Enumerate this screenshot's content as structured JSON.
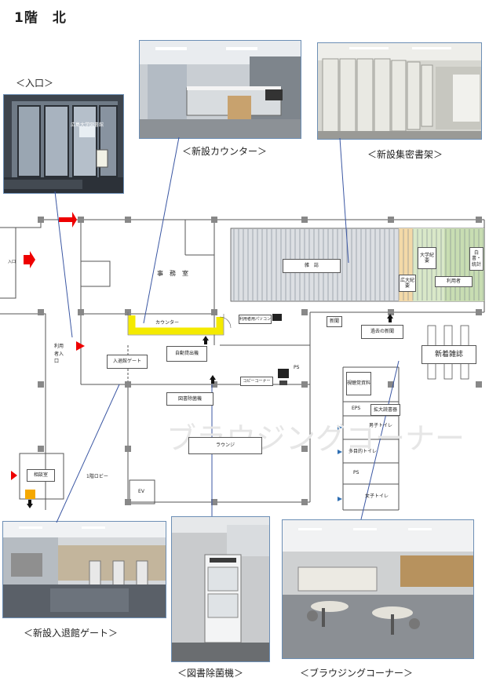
{
  "page": {
    "title": "1階　北"
  },
  "captions": {
    "entrance": "＜入口＞",
    "counter": "＜新設カウンター＞",
    "stacks": "＜新設集密書架＞",
    "gate": "＜新設入退館ゲート＞",
    "sterilizer": "＜図書除菌機＞",
    "browsing": "＜ブラウジングコーナー＞"
  },
  "photo_text": {
    "entrance_sign": "広島大学図書館"
  },
  "floor_map": {
    "rooms": {
      "office": "事　務　室",
      "counter": "カウンター",
      "gate": "入退館ゲート",
      "self_checkout": "自動貸出機",
      "sterilizer": "図書除菌機",
      "magazines": "雑　誌",
      "new_magazines": "新着雑誌",
      "newspapers": "過去の新聞",
      "newspaper": "新聞",
      "reading_room": "視聴覚資料",
      "university": "大学紀要",
      "hiroshima": "広大紀要",
      "white_paper": "白書・統計",
      "user_room": "利用者",
      "staff_room": "相談室",
      "entrance": "利用者入口",
      "ev": "EV",
      "ps": "PS",
      "eps": "EPS",
      "browsing_big": "拡大読書器",
      "multi_toilet": "多目的トイレ",
      "toilet_m": "男子トイレ",
      "toilet_f": "女子トイレ",
      "lobby": "1階ロビー",
      "pc": "利用者用パソコン",
      "copy": "コピーコーナー",
      "side_entrance": "入口",
      "watermark": "ブラウジングコーナー",
      "lounge": "ラウンジ"
    }
  }
}
